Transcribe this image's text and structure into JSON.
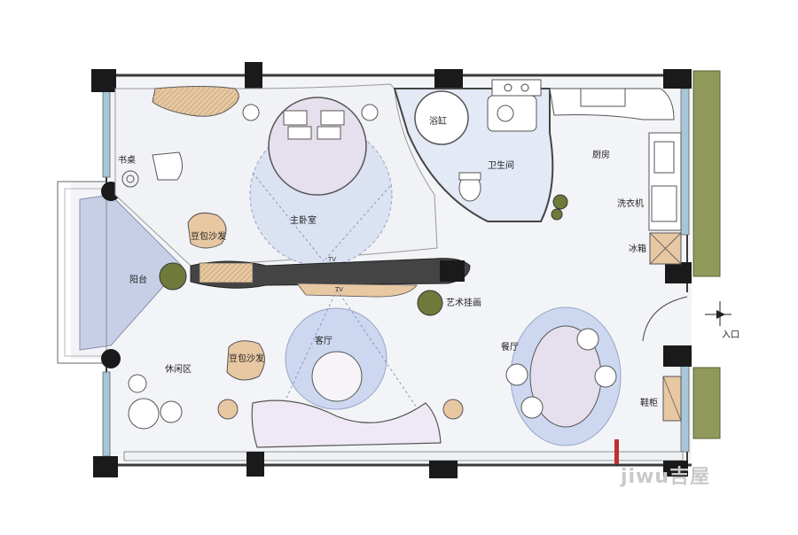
{
  "plan": {
    "rooms": {
      "study": "书桌",
      "master_bedroom": "主卧室",
      "bathtub": "浴缸",
      "bathroom": "卫生间",
      "kitchen": "厨房",
      "washer": "洗衣机",
      "fridge": "冰箱",
      "balcony": "阳台",
      "beanbag_top": "豆包沙发",
      "beanbag_bottom": "豆包沙发",
      "living_room": "客厅",
      "leisure": "休闲区",
      "dining": "餐厅",
      "art_hanging": "艺术挂画",
      "shoe_cabinet": "鞋柜",
      "entrance": "入口",
      "tv_top": "TV",
      "tv_bottom": "TV"
    },
    "watermark": "jiwu吉屋"
  },
  "colors": {
    "wall": "#1a1a1a",
    "floor": "#eef0f4",
    "balcony": "#c7cfe6",
    "bed": "#e6dfee",
    "circle_blue": "#cdd8f0",
    "beanbag": "#e8c7a3",
    "greenery": "#8f9a5a",
    "window": "#a7c7d8"
  }
}
